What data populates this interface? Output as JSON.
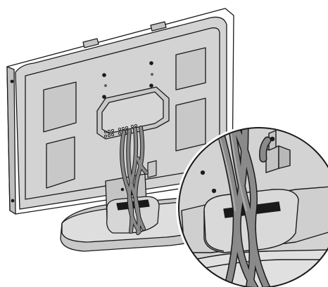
{
  "figure": {
    "subject": "tv-back-cable-management-illustration",
    "colors": {
      "panel_fill": "#d3d3d3",
      "panel_stroke": "#1a1a1a",
      "cable_fill": "#8a8a8a",
      "cable_highlight": "#b0b0b0",
      "white_frame": "#ffffff",
      "screw_fill": "#1a1a1a"
    },
    "components": [
      "tv-rear-panel",
      "wall-mount-screw-holes",
      "input-terminal-housing",
      "cable-bundle",
      "stand-neck",
      "stand-base",
      "cable-holder-slot",
      "magnified-detail-circle"
    ]
  }
}
